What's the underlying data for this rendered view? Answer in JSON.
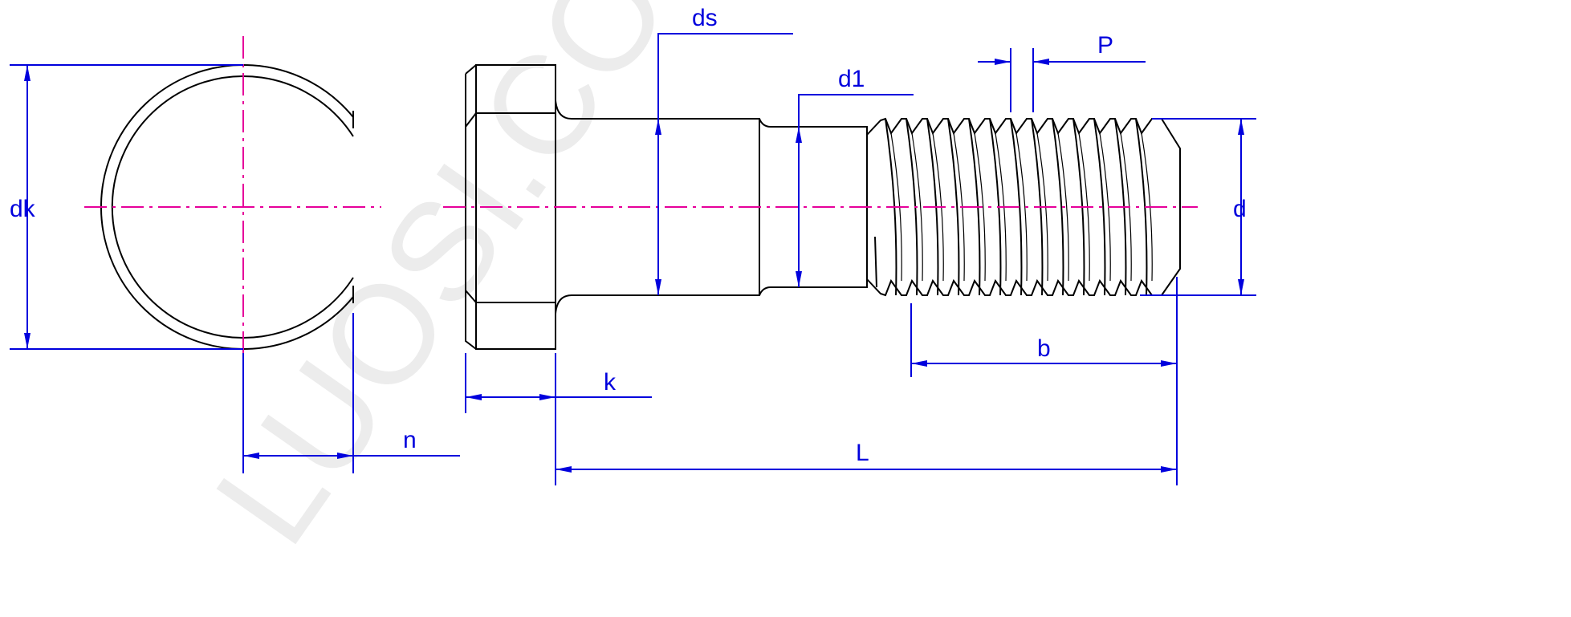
{
  "colors": {
    "outline": "#000000",
    "centerline": "#e6009a",
    "dimension": "#0000dd",
    "watermark": "#ececec"
  },
  "watermark": "LUOSI.COM",
  "labels": {
    "dk": "dk",
    "n": "n",
    "ds": "ds",
    "d1": "d1",
    "P": "P",
    "d": "d",
    "b": "b",
    "k": "k",
    "L": "L"
  }
}
